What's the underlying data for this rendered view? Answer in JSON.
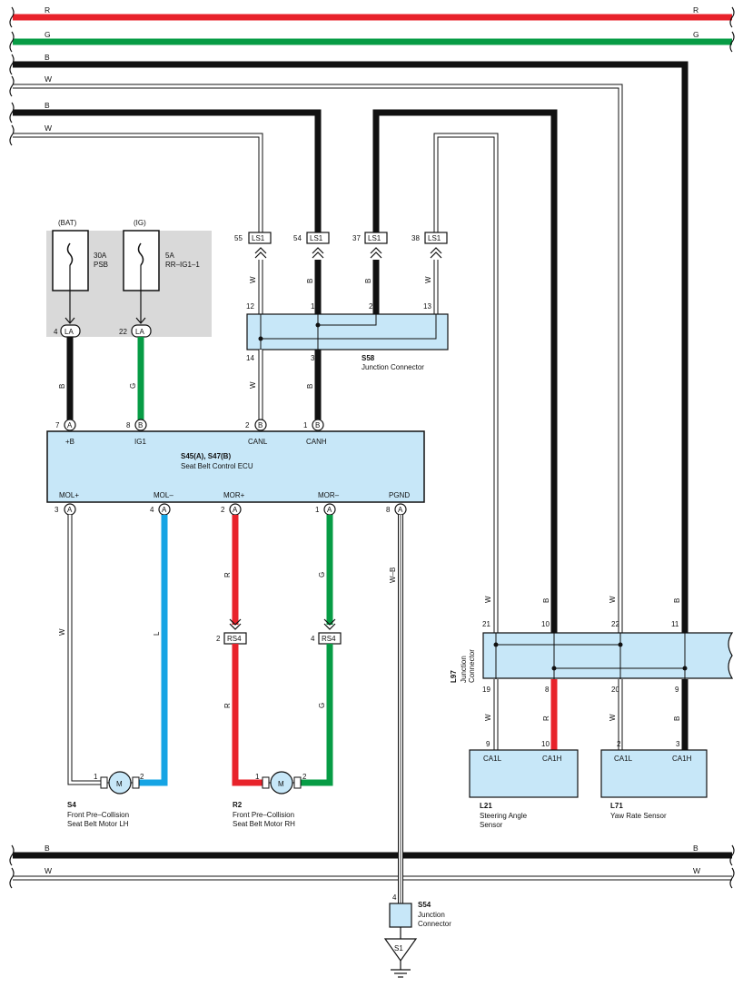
{
  "bus_lines": {
    "r_top": "R",
    "g_top": "G",
    "b1": "B",
    "w1": "W",
    "b2": "B",
    "w2": "W",
    "b_bottom": "B",
    "w_bottom": "W"
  },
  "fuses": {
    "bat_label": "(BAT)",
    "bat_rating": "30A",
    "bat_name": "PSB",
    "ig_label": "(IG)",
    "ig_rating": "5A",
    "ig_name": "RR–IG1–1",
    "la_pin_bat": "4",
    "la_pin_ig": "22",
    "la_code": "LA"
  },
  "ls1_connectors": {
    "code": "LS1",
    "pins": [
      "55",
      "54",
      "37",
      "38"
    ],
    "wire_colors": [
      "W",
      "B",
      "B",
      "W"
    ]
  },
  "s58": {
    "id": "S58",
    "name": "Junction Connector",
    "pins_top": [
      "12",
      "1",
      "2",
      "13"
    ],
    "pins_bottom": [
      "14",
      "3"
    ],
    "wire_w": "W",
    "wire_b": "B"
  },
  "ecu": {
    "id": "S45(A), S47(B)",
    "name": "Seat Belt Control ECU",
    "top_terminals": [
      {
        "pin": "7",
        "conn": "A",
        "label": "+B",
        "wire": "B"
      },
      {
        "pin": "8",
        "conn": "B",
        "label": "IG1",
        "wire": "G"
      },
      {
        "pin": "2",
        "conn": "B",
        "label": "CANL"
      },
      {
        "pin": "1",
        "conn": "B",
        "label": "CANH"
      }
    ],
    "bottom_terminals": [
      {
        "pin": "3",
        "conn": "A",
        "label": "MOL+",
        "wire": "W"
      },
      {
        "pin": "4",
        "conn": "A",
        "label": "MOL–",
        "wire": "L"
      },
      {
        "pin": "2",
        "conn": "A",
        "label": "MOR+",
        "wire": "R"
      },
      {
        "pin": "1",
        "conn": "A",
        "label": "MOR–",
        "wire": "G"
      },
      {
        "pin": "8",
        "conn": "A",
        "label": "PGND",
        "wire": "W–B"
      }
    ]
  },
  "rs4": {
    "code": "RS4",
    "pins": [
      "2",
      "4"
    ],
    "wire_r": "R",
    "wire_g": "G"
  },
  "motors": {
    "lh": {
      "id": "S4",
      "line1": "Front Pre–Collision",
      "line2": "Seat Belt Motor LH",
      "symbol": "M",
      "pin1": "1",
      "pin2": "2"
    },
    "rh": {
      "id": "R2",
      "line1": "Front Pre–Collision",
      "line2": "Seat Belt Motor RH",
      "symbol": "M",
      "pin1": "1",
      "pin2": "2"
    }
  },
  "l97": {
    "id": "L97",
    "name1": "Junction",
    "name2": "Connector",
    "pins_top": [
      "21",
      "10",
      "22",
      "11"
    ],
    "pins_bottom": [
      "19",
      "8",
      "20",
      "9"
    ],
    "wires_top": [
      "W",
      "B",
      "W",
      "B"
    ],
    "wires_bottom": [
      "W",
      "R",
      "W",
      "B"
    ]
  },
  "sensors": {
    "l21": {
      "id": "L21",
      "line1": "Steering Angle",
      "line2": "Sensor",
      "t1": "CA1L",
      "t2": "CA1H",
      "p1": "9",
      "p2": "10"
    },
    "l71": {
      "id": "L71",
      "line1": "Yaw Rate Sensor",
      "t1": "CA1L",
      "t2": "CA1H",
      "p1": "2",
      "p2": "3"
    }
  },
  "s54": {
    "id": "S54",
    "name1": "Junction",
    "name2": "Connector",
    "pin": "4",
    "ground": "S1"
  },
  "colors": {
    "red": "#e8232b",
    "green": "#079c45",
    "blue": "#16a4e4",
    "black": "#111111",
    "box_fill": "#c7e7f8",
    "fuse_bg": "#d9d9d9"
  }
}
